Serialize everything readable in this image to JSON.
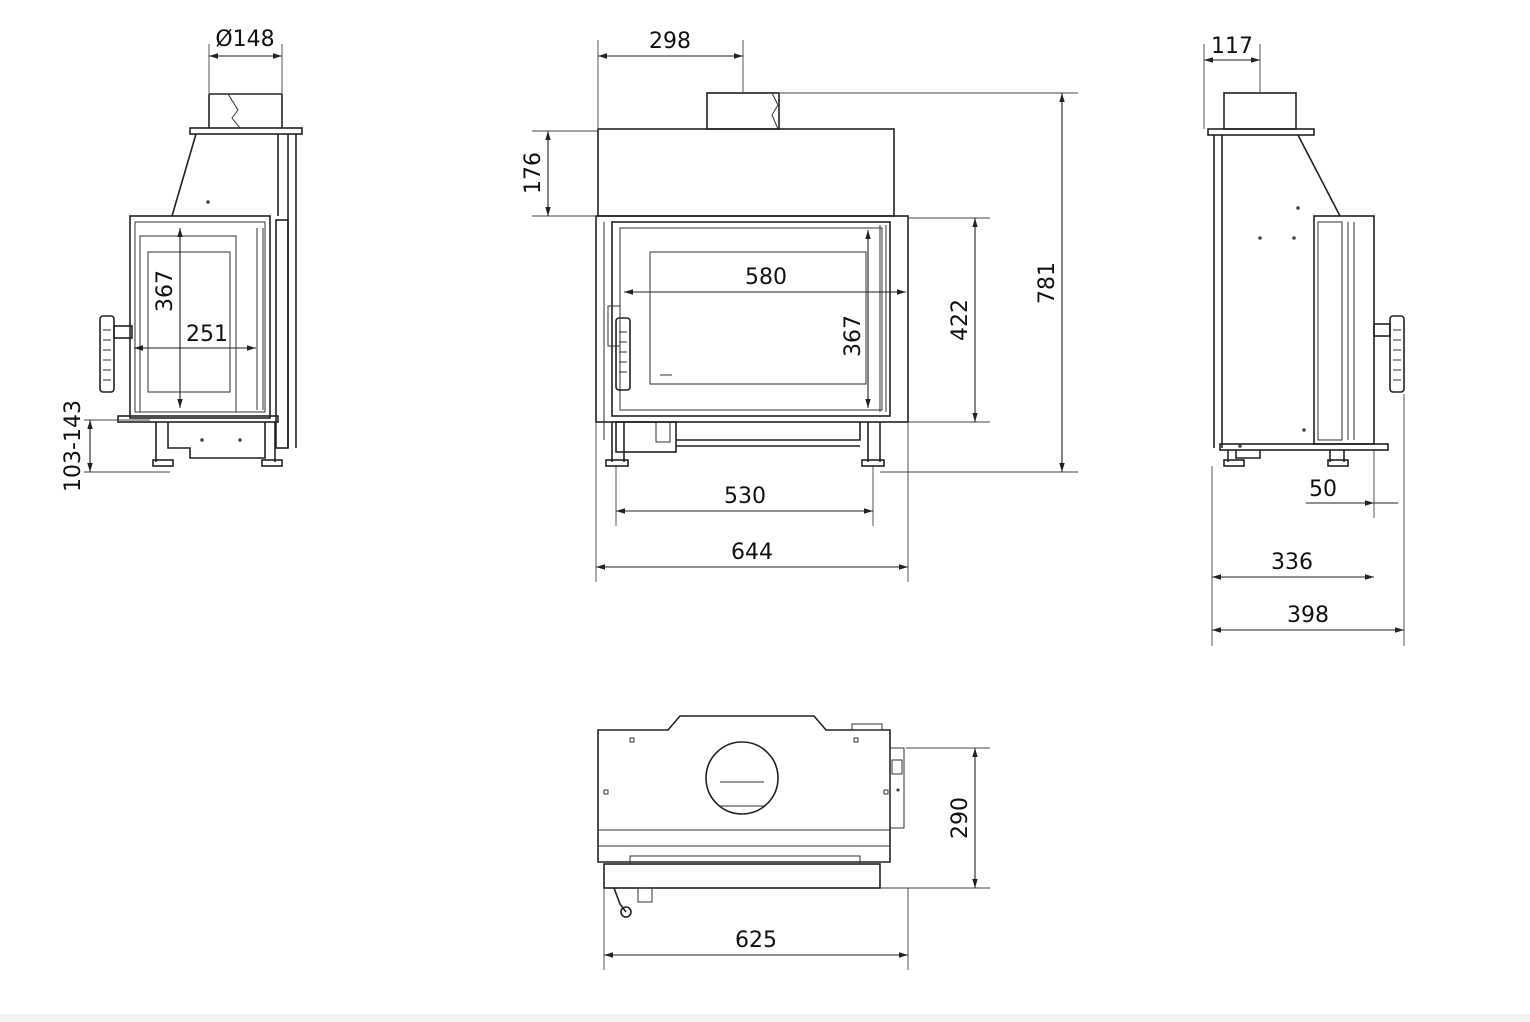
{
  "dimensions": {
    "side_left": {
      "flue_diameter": "Ø148",
      "glass_height": "367",
      "glass_width": "251",
      "leg_height": "103-143"
    },
    "front": {
      "flue_offset": "298",
      "top_box_height": "176",
      "glass_width": "580",
      "glass_height": "367",
      "door_height": "422",
      "total_height": "781",
      "leg_spacing": "530",
      "total_width": "644"
    },
    "side_right": {
      "flue_offset": "117",
      "handle_offset": "50",
      "body_depth": "336",
      "total_depth": "398"
    },
    "top_view": {
      "depth": "290",
      "width": "625"
    }
  }
}
